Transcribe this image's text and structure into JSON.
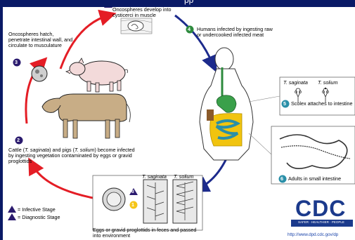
{
  "header_fragment": "pp",
  "steps": {
    "s1": {
      "num": "1",
      "text": "Eggs or gravid proglottids in feces and passed into environment"
    },
    "s2": {
      "num": "2",
      "text_pre": "Cattle (",
      "a": "T. saginata",
      "mid": ") and pigs (",
      "b": "T. solium",
      "text_post": ") become infected by ingesting vegetation contaminated by eggs or gravid proglottids"
    },
    "s3": {
      "num": "3",
      "text": "Oncospheres hatch, penetrate intestinal wall, and circulate to musculature"
    },
    "s4": {
      "num": "4",
      "text": "Humans infected by ingesting raw or undercooked infected meat"
    },
    "s5": {
      "num": "5",
      "text": "Scolex attaches to intestine"
    },
    "s6": {
      "num": "6",
      "text": "Adults in small intestine"
    },
    "top": {
      "text": "Oncospheres develop into cysticerci in muscle"
    }
  },
  "species": {
    "a": "T. saginata",
    "b": "T. solium"
  },
  "legend": {
    "infective": {
      "mark": "i",
      "text": "= Infective Stage"
    },
    "diagnostic": {
      "mark": "d",
      "text": "= Diagnostic Stage"
    }
  },
  "cdc_logo": "CDC",
  "cdc_tagline": "SAFER · HEALTHIER · PEOPLE",
  "url": "http://www.dpd.cdc.gov/dp",
  "colors": {
    "bg": "#0a1a66",
    "red_arrow": "#e41d25",
    "blue_arrow": "#1c2a8c",
    "marker_purple": "#2a1a6e",
    "marker_yellow": "#f5c518",
    "cdc_blue": "#1b3a8c"
  }
}
